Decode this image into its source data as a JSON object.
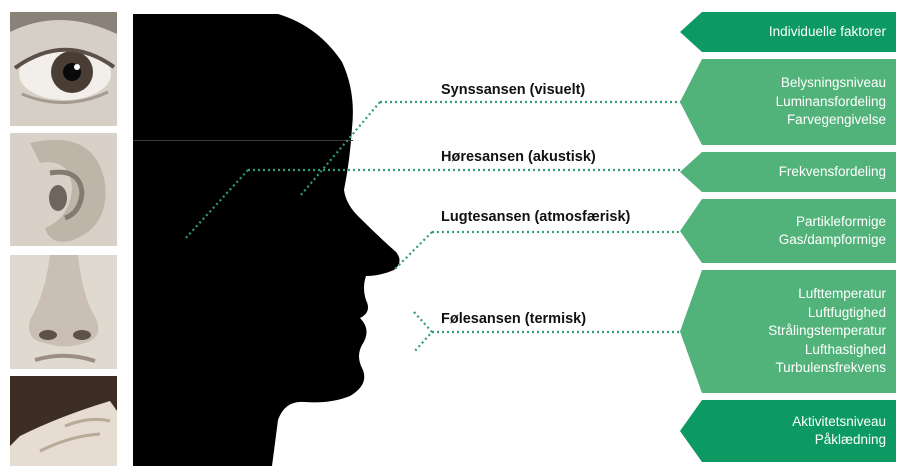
{
  "diagram": {
    "senses": [
      {
        "label": "Synssansen (visuelt)"
      },
      {
        "label": "Høresansen (akustisk)"
      },
      {
        "label": "Lugtesansen (atmosfærisk)"
      },
      {
        "label": "Følesansen (termisk)"
      }
    ],
    "boxes": [
      {
        "lines": [
          "Individuelle faktorer"
        ]
      },
      {
        "lines": [
          "Belysningsniveau",
          "Luminansfordeling",
          "Farvegengivelse"
        ]
      },
      {
        "lines": [
          "Frekvensfordeling"
        ]
      },
      {
        "lines": [
          "Partikleformige",
          "Gas/dampformige"
        ]
      },
      {
        "lines": [
          "Lufttemperatur",
          "Luftfugtighed",
          "Strålingstemperatur",
          "Lufthastighed",
          "Turbulensfrekvens"
        ]
      },
      {
        "lines": [
          "Aktivitetsniveau",
          "Påklædning"
        ]
      }
    ],
    "colors": {
      "box_fill": "#52b37a",
      "box_header_fill": "#0c9a62",
      "connector": "#2f9e72",
      "silhouette": "#000000"
    }
  }
}
